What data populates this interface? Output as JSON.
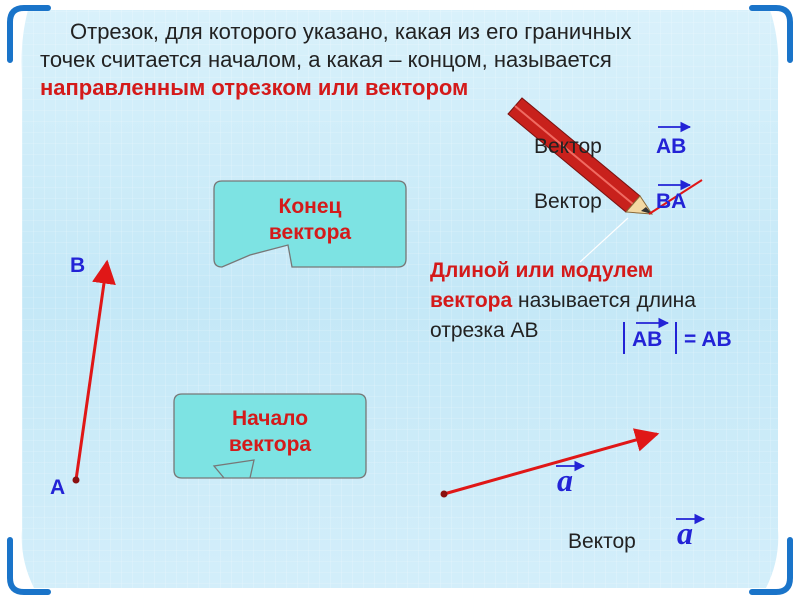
{
  "intro": {
    "line1": "Отрезок, для которого указано, какая из его граничных",
    "line2": "точек считается началом, а какая – концом, называется",
    "line3": "направленным отрезком или вектором"
  },
  "vectors_list": [
    {
      "label": "Вектор",
      "name": "AB"
    },
    {
      "label": "Вектор",
      "name": "BA"
    }
  ],
  "callouts": {
    "end_line1": "Конец",
    "end_line2": "вектора",
    "start_line1": "Начало",
    "start_line2": "вектора"
  },
  "points": {
    "a": "A",
    "b": "B"
  },
  "length_def": {
    "red_line1": "Длиной или модулем",
    "red_line2": "вектора",
    "rest_line2": " называется длина",
    "line3": "отрезка АВ"
  },
  "formula": {
    "name": "AB",
    "rhs": "= AB"
  },
  "vector_a": {
    "symbol": "a",
    "label": "Вектор"
  },
  "colors": {
    "frame": "#1a74c9",
    "background": "#c8eaf8",
    "callout_fill": "#7de3e3",
    "arrow": "#e01717",
    "vector_name": "#2323d6",
    "emphasis": "#d41a1a"
  }
}
